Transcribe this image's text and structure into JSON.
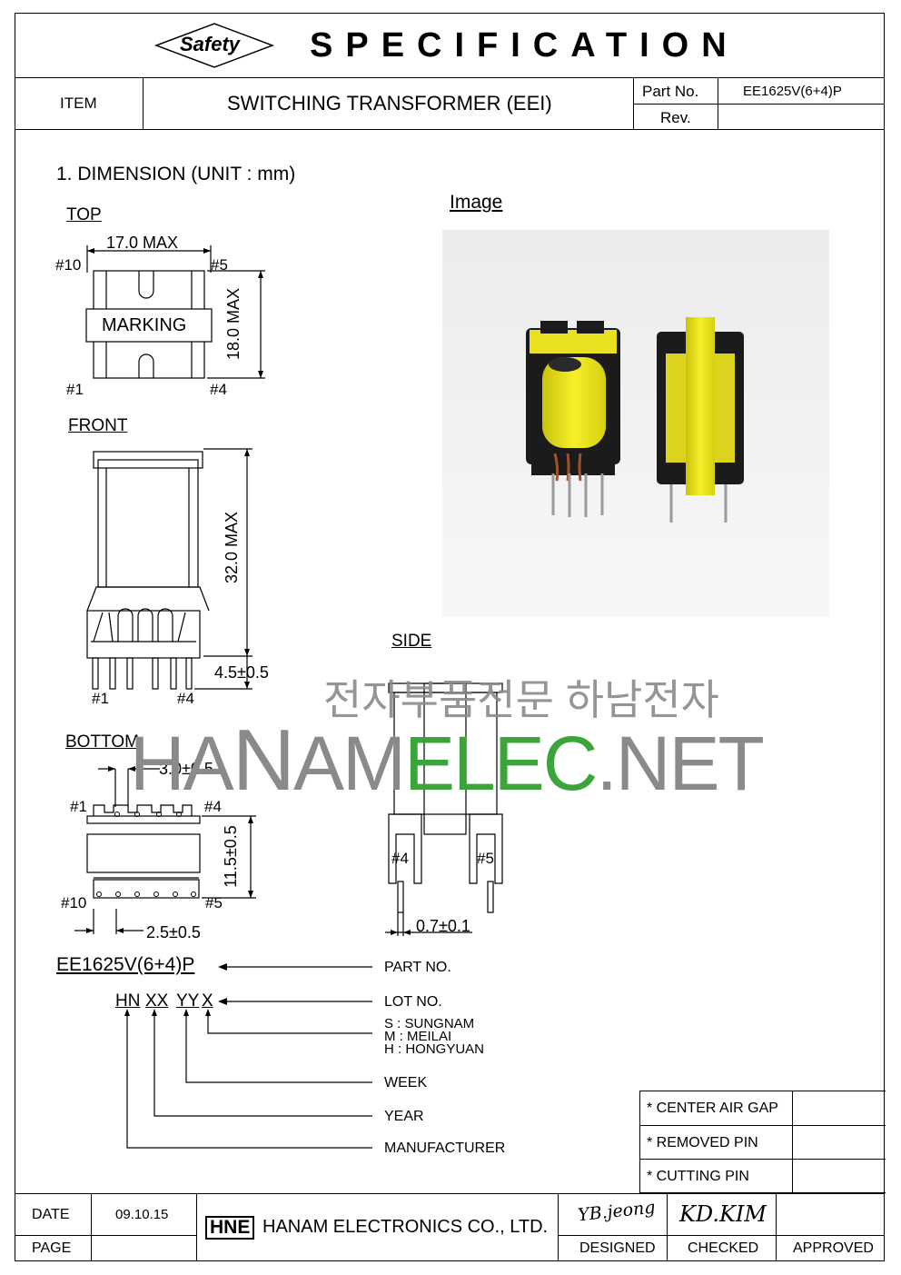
{
  "header": {
    "logo_text": "Safety",
    "title": "SPECIFICATION",
    "item_label": "ITEM",
    "item_value": "SWITCHING TRANSFORMER (EEI)",
    "part_no_label": "Part No.",
    "part_no_value": "EE1625V(6+4)P",
    "rev_label": "Rev.",
    "rev_value": ""
  },
  "section": {
    "heading": "1. DIMENSION (UNIT : mm)",
    "image_label": "Image"
  },
  "top_view": {
    "label": "TOP",
    "width_dim": "17.0 MAX",
    "height_dim": "18.0 MAX",
    "marking": "MARKING",
    "pin_tl": "#10",
    "pin_tr": "#5",
    "pin_bl": "#1",
    "pin_br": "#4"
  },
  "front_view": {
    "label": "FRONT",
    "height_dim": "32.0 MAX",
    "pin_len_dim": "4.5±0.5",
    "pin_left": "#1",
    "pin_right": "#4"
  },
  "side_view": {
    "label": "SIDE",
    "pin_left": "#4",
    "pin_right": "#5",
    "pin_dim": "0.7±0.1"
  },
  "bottom_view": {
    "label": "BOTTOM",
    "pitch_top": "3.0±0.5",
    "height_dim": "11.5±0.5",
    "pitch_bottom": "2.5±0.5",
    "pin_tl": "#1",
    "pin_tr": "#4",
    "pin_bl": "#10",
    "pin_br": "#5"
  },
  "marking_legend": {
    "part_number": "EE1625V(6+4)P",
    "lot_parts": [
      "HN",
      "XX",
      "YY",
      "X"
    ],
    "part_no_label": "PART NO.",
    "lot_no_label": "LOT NO.",
    "sites": [
      "S : SUNGNAM",
      "M : MEILAI",
      "H : HONGYUAN"
    ],
    "week_label": "WEEK",
    "year_label": "YEAR",
    "manufacturer_label": "MANUFACTURER"
  },
  "notes_table": [
    "* CENTER AIR GAP",
    "* REMOVED PIN",
    "* CUTTING PIN"
  ],
  "watermark": {
    "korean": "전자부품전문 하남전자",
    "site_parts": [
      "HA",
      "N",
      "AM",
      "ELEC",
      ".NET"
    ]
  },
  "footer": {
    "date_label": "DATE",
    "date_value": "09.10.15",
    "page_label": "PAGE",
    "page_value": "",
    "company_logo": "HNE",
    "company_name": "HANAM ELECTRONICS CO., LTD.",
    "designed_sign": "YB.jeong",
    "checked_sign": "KD.KIM",
    "designed_label": "DESIGNED",
    "checked_label": "CHECKED",
    "approved_label": "APPROVED"
  },
  "colors": {
    "watermark_gray": "#8a8a8a",
    "watermark_green": "#3aa63a",
    "bobbin_yellow": "#f2ea1a",
    "bobbin_black": "#1a1a1a"
  }
}
